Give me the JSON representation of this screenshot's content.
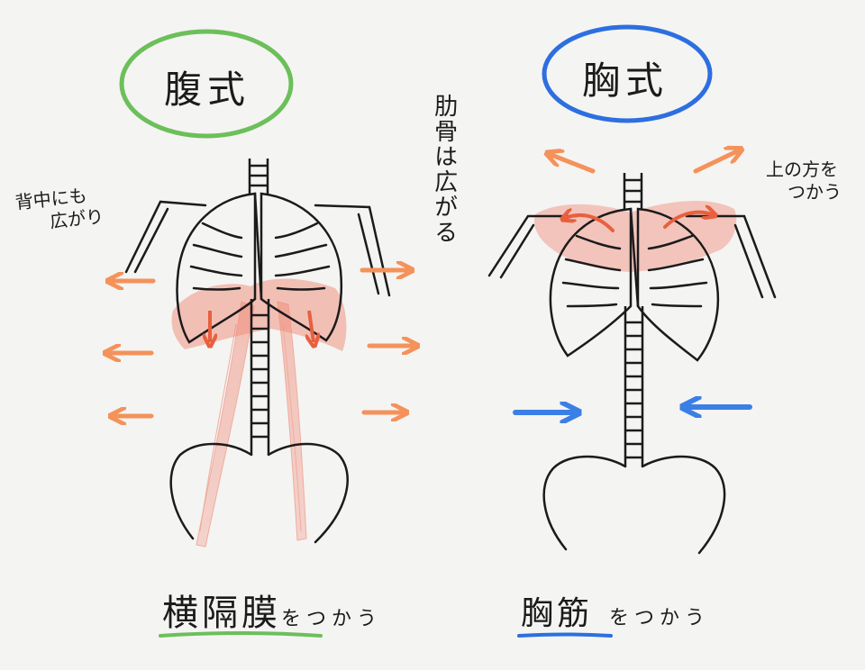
{
  "left": {
    "title": "腹式",
    "side_note_line1": "背中にも",
    "side_note_line2": "広がり",
    "rib_note": "肋骨は広がる",
    "muscle": "横隔膜",
    "muscle_suffix": "をつかう",
    "circle_color": "#6cbf5a",
    "underline_color": "#6cbf5a"
  },
  "right": {
    "title": "胸式",
    "side_note_line1": "上の方を",
    "side_note_line2": "つかう",
    "muscle": "胸筋",
    "muscle_suffix": "をつかう",
    "circle_color": "#2d6fe0",
    "underline_color": "#2d6fe0"
  },
  "colors": {
    "arrow_orange": "#f4925a",
    "arrow_blue": "#3a7fe6",
    "muscle_fill": "#f08a78",
    "ink": "#1b1b1b"
  }
}
